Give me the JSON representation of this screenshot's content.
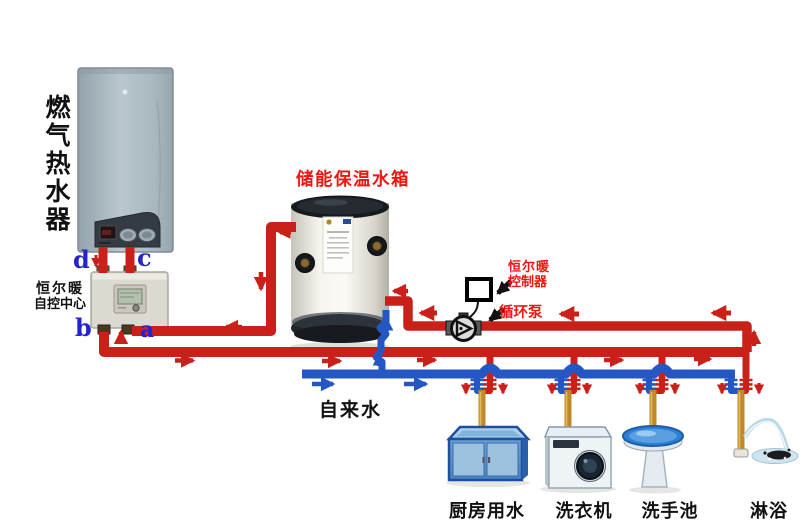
{
  "diagram": {
    "heater_label": "燃气热水器",
    "tank_label": "储能保温水箱",
    "control_center": {
      "line1": "恒尔暖",
      "line2": "自控中心"
    },
    "controller": {
      "line1": "恒尔暖",
      "line2": "控制器"
    },
    "pump_label": "循环泵",
    "tap_water_label": "自来水",
    "ports": {
      "a": "a",
      "b": "b",
      "c": "c",
      "d": "d"
    },
    "fixtures": [
      {
        "id": "kitchen",
        "label": "厨房用水"
      },
      {
        "id": "washing-machine",
        "label": "洗衣机"
      },
      {
        "id": "basin",
        "label": "洗手池"
      },
      {
        "id": "shower",
        "label": "淋浴"
      }
    ],
    "colors": {
      "hot_pipe": "#c9201a",
      "cold_pipe": "#2456c4",
      "fixture_pipe": "#c08828",
      "red_label": "#ee1512",
      "blue_letter": "#2424c8",
      "black_text": "#111111"
    }
  }
}
